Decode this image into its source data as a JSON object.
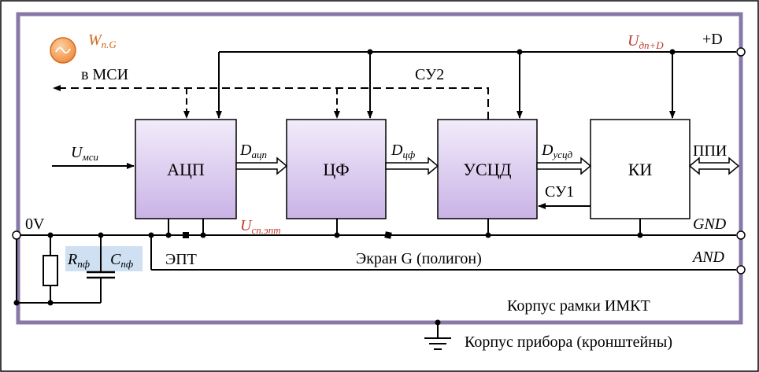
{
  "blocks": {
    "adc": "АЦП",
    "cf": "ЦФ",
    "uscd": "УСЦД",
    "ki": "КИ"
  },
  "signals": {
    "u_msi_main": "U",
    "u_msi_sub": "мси",
    "d_acp_main": "D",
    "d_acp_sub": "ацп",
    "d_cf_main": "D",
    "d_cf_sub": "цф",
    "d_uscd_main": "D",
    "d_uscd_sub": "усцд",
    "u_sp_main": "U",
    "u_sp_sub": "сп.эпт",
    "u_dp_main": "U",
    "u_dp_sub": "дп+D",
    "w_main": "W",
    "w_sub": "п.G",
    "su1": "СУ1",
    "su2": "СУ2",
    "to_msi": "в МСИ",
    "ppi": "ППИ"
  },
  "rails": {
    "plus_d": "+D",
    "zero_v": "0V",
    "gnd": "GND",
    "and": "AND"
  },
  "components": {
    "r_main": "R",
    "r_sub": "пф",
    "c_main": "C",
    "c_sub": "пф"
  },
  "labels": {
    "ept": "ЭПТ",
    "screen": "Экран G (полигон)",
    "frame_case": "Корпус рамки ИМКТ",
    "device_case": "Корпус прибора (кронштейны)"
  },
  "colors": {
    "frame_border": "#8878a8",
    "block_fill_top": "#f2ecfa",
    "block_fill_bottom": "#c9b3e6",
    "accent_red": "#c0392b",
    "accent_orange": "#d2691e",
    "generator_fill": "#f6a25a",
    "highlight_blue": "#cfe0f3"
  }
}
